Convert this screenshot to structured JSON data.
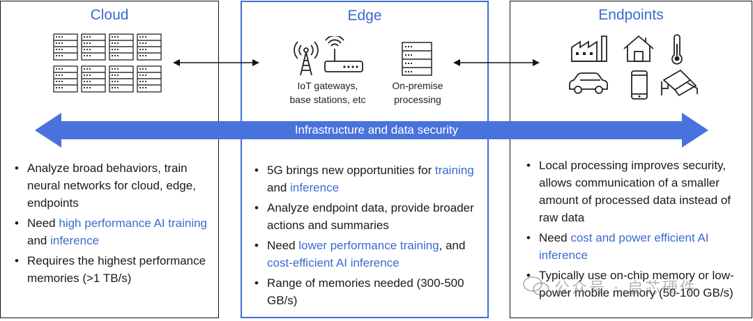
{
  "cloud": {
    "title": "Cloud",
    "bullets": [
      [
        {
          "t": "Analyze broad behaviors, train neural networks for cloud, edge, endpoints"
        }
      ],
      [
        {
          "t": "Need "
        },
        {
          "t": "high performance AI training",
          "hl": true
        },
        {
          "t": " and "
        },
        {
          "t": "inference",
          "hl": true
        }
      ],
      [
        {
          "t": "Requires the highest performance memories (>1 TB/s)"
        }
      ]
    ]
  },
  "edge": {
    "title": "Edge",
    "iot_label": "IoT gateways,\nbase stations, etc",
    "onprem_label": "On-premise\nprocessing",
    "bullets": [
      [
        {
          "t": "5G brings new opportunities for "
        },
        {
          "t": "training",
          "hl": true
        },
        {
          "t": " and "
        },
        {
          "t": "inference",
          "hl": true
        }
      ],
      [
        {
          "t": "Analyze endpoint data, provide broader actions and summaries"
        }
      ],
      [
        {
          "t": "Need "
        },
        {
          "t": "lower performance training",
          "hl": true
        },
        {
          "t": ", and "
        },
        {
          "t": "cost-efficient AI inference",
          "hl": true
        }
      ],
      [
        {
          "t": "Range of memories needed (300-500 GB/s)"
        }
      ]
    ]
  },
  "endpoints": {
    "title": "Endpoints",
    "bullets": [
      [
        {
          "t": "Local processing improves security, allows communication of a smaller amount of processed data instead of raw data"
        }
      ],
      [
        {
          "t": "Need "
        },
        {
          "t": "cost and power efficient AI inference",
          "hl": true
        }
      ],
      [
        {
          "t": "Typically use on-chip memory or low-power mobile memory (50-100 GB/s)"
        }
      ]
    ]
  },
  "banner": {
    "label": "Infrastructure and data security"
  },
  "watermark": {
    "text": "公众号 · 启芯硬件"
  },
  "colors": {
    "accent": "#3a6ad0",
    "arrow": "#4a72dc"
  }
}
